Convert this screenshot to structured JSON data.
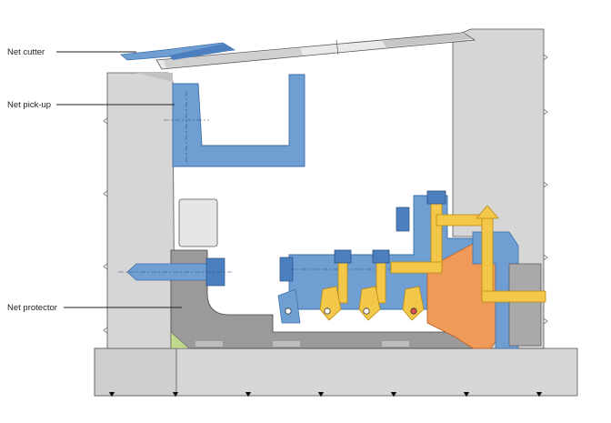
{
  "labels": {
    "net_cutter": "Net cutter",
    "net_pickup": "Net pick-up",
    "net_protector": "Net protector"
  },
  "colors": {
    "concrete": "#d6d6d6",
    "concrete_dark": "#c2c2c2",
    "steel_blue": "#6f9fd2",
    "steel_blue_dark": "#3c6ea8",
    "gray_part": "#9a9a9a",
    "yellow_part": "#f3c84a",
    "orange_part": "#f09a5a",
    "green_part": "#bfd98a",
    "outline": "#333333",
    "leader": "#222222"
  }
}
